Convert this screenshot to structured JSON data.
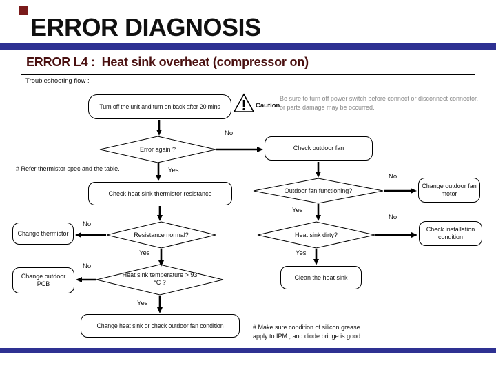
{
  "slide": {
    "title": "ERROR DIAGNOSIS",
    "subtitle": "ERROR L4 :  Heat sink overheat (compressor on)",
    "flow_label": "Troubleshooting flow :",
    "accent_color": "#2e3192",
    "bullet_color": "#7a1a1a",
    "subtitle_color": "#4a1010"
  },
  "caution": {
    "label": "Caution",
    "line1": "Be sure to turn off power switch before connect or disconnect connector,",
    "line2": "or parts damage may be occurred."
  },
  "flowchart": {
    "nodes": {
      "start": "Turn off the unit and turn on back after 20 mins",
      "error_again": "Error again ?",
      "check_outdoor_fan": "Check outdoor fan",
      "check_thermistor_resistance": "Check heat sink thermistor resistance",
      "outdoor_fan_functioning": "Outdoor fan functioning?",
      "change_outdoor_fan_motor": "Change outdoor fan motor",
      "change_thermistor": "Change thermistor",
      "resistance_normal": "Resistance normal?",
      "heat_sink_dirty": "Heat sink dirty?",
      "check_installation_condition": "Check installation condition",
      "change_outdoor_pcb": "Change outdoor PCB",
      "heat_sink_temperature": "Heat sink temperature > 93 °C ?",
      "clean_heat_sink": "Clean the heat sink",
      "change_heat_sink": "Change heat sink or check outdoor fan condition"
    },
    "labels": {
      "yes": "Yes",
      "no": "No"
    },
    "notes": {
      "refer_thermistor": "# Refer thermistor spec and the table.",
      "silicon_grease_1": "# Make sure condition of silicon grease",
      "silicon_grease_2": "apply to IPM , and diode bridge is good."
    }
  }
}
